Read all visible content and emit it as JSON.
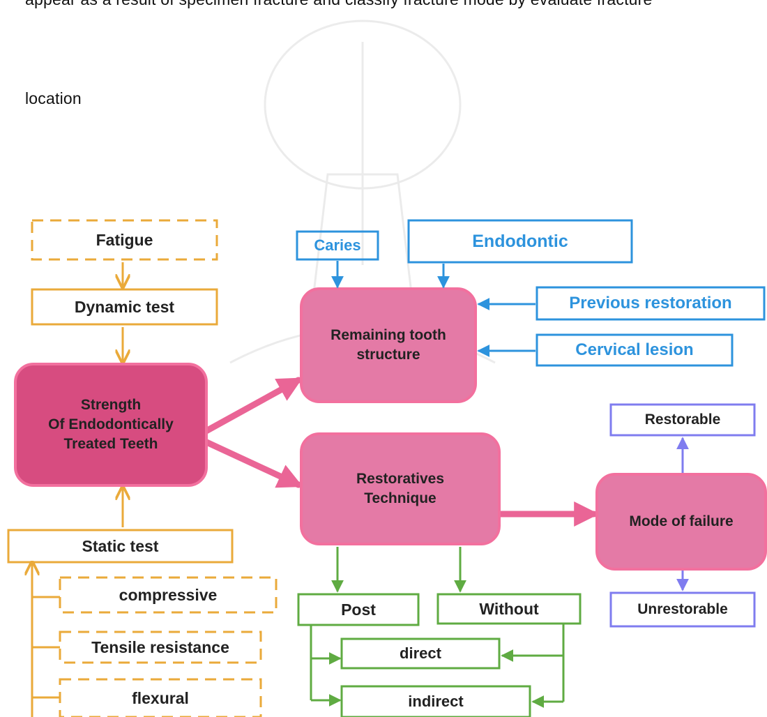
{
  "paragraph": {
    "line1": "appear as a result of specimen fracture and classify fracture mode by evaluate fracture",
    "line2": "location"
  },
  "colors": {
    "orange": "#eaaa3a",
    "blue": "#2d93dd",
    "pink_fill": "#e47aa6",
    "pink_center_fill": "#d74c80",
    "pink_border": "#f2709e",
    "pink_arrow": "#ea6596",
    "green": "#5fab42",
    "purple": "#7f7cef"
  },
  "diagram": {
    "fatigue": "Fatigue",
    "dynamic_test": "Dynamic test",
    "strength": "Strength\nOf Endodontically\nTreated Teeth",
    "static_test": "Static test",
    "compressive": "compressive",
    "tensile": "Tensile resistance",
    "flexural": "flexural",
    "caries": "Caries",
    "endodontic": "Endodontic",
    "previous_restoration": "Previous restoration",
    "cervical_lesion": "Cervical lesion",
    "remaining_tooth": "Remaining tooth\nstructure",
    "restoratives": "Restoratives\nTechnique",
    "mode_of_failure": "Mode of failure",
    "restorable": "Restorable",
    "unrestorable": "Unrestorable",
    "post": "Post",
    "without": "Without",
    "direct": "direct",
    "indirect": "indirect"
  }
}
